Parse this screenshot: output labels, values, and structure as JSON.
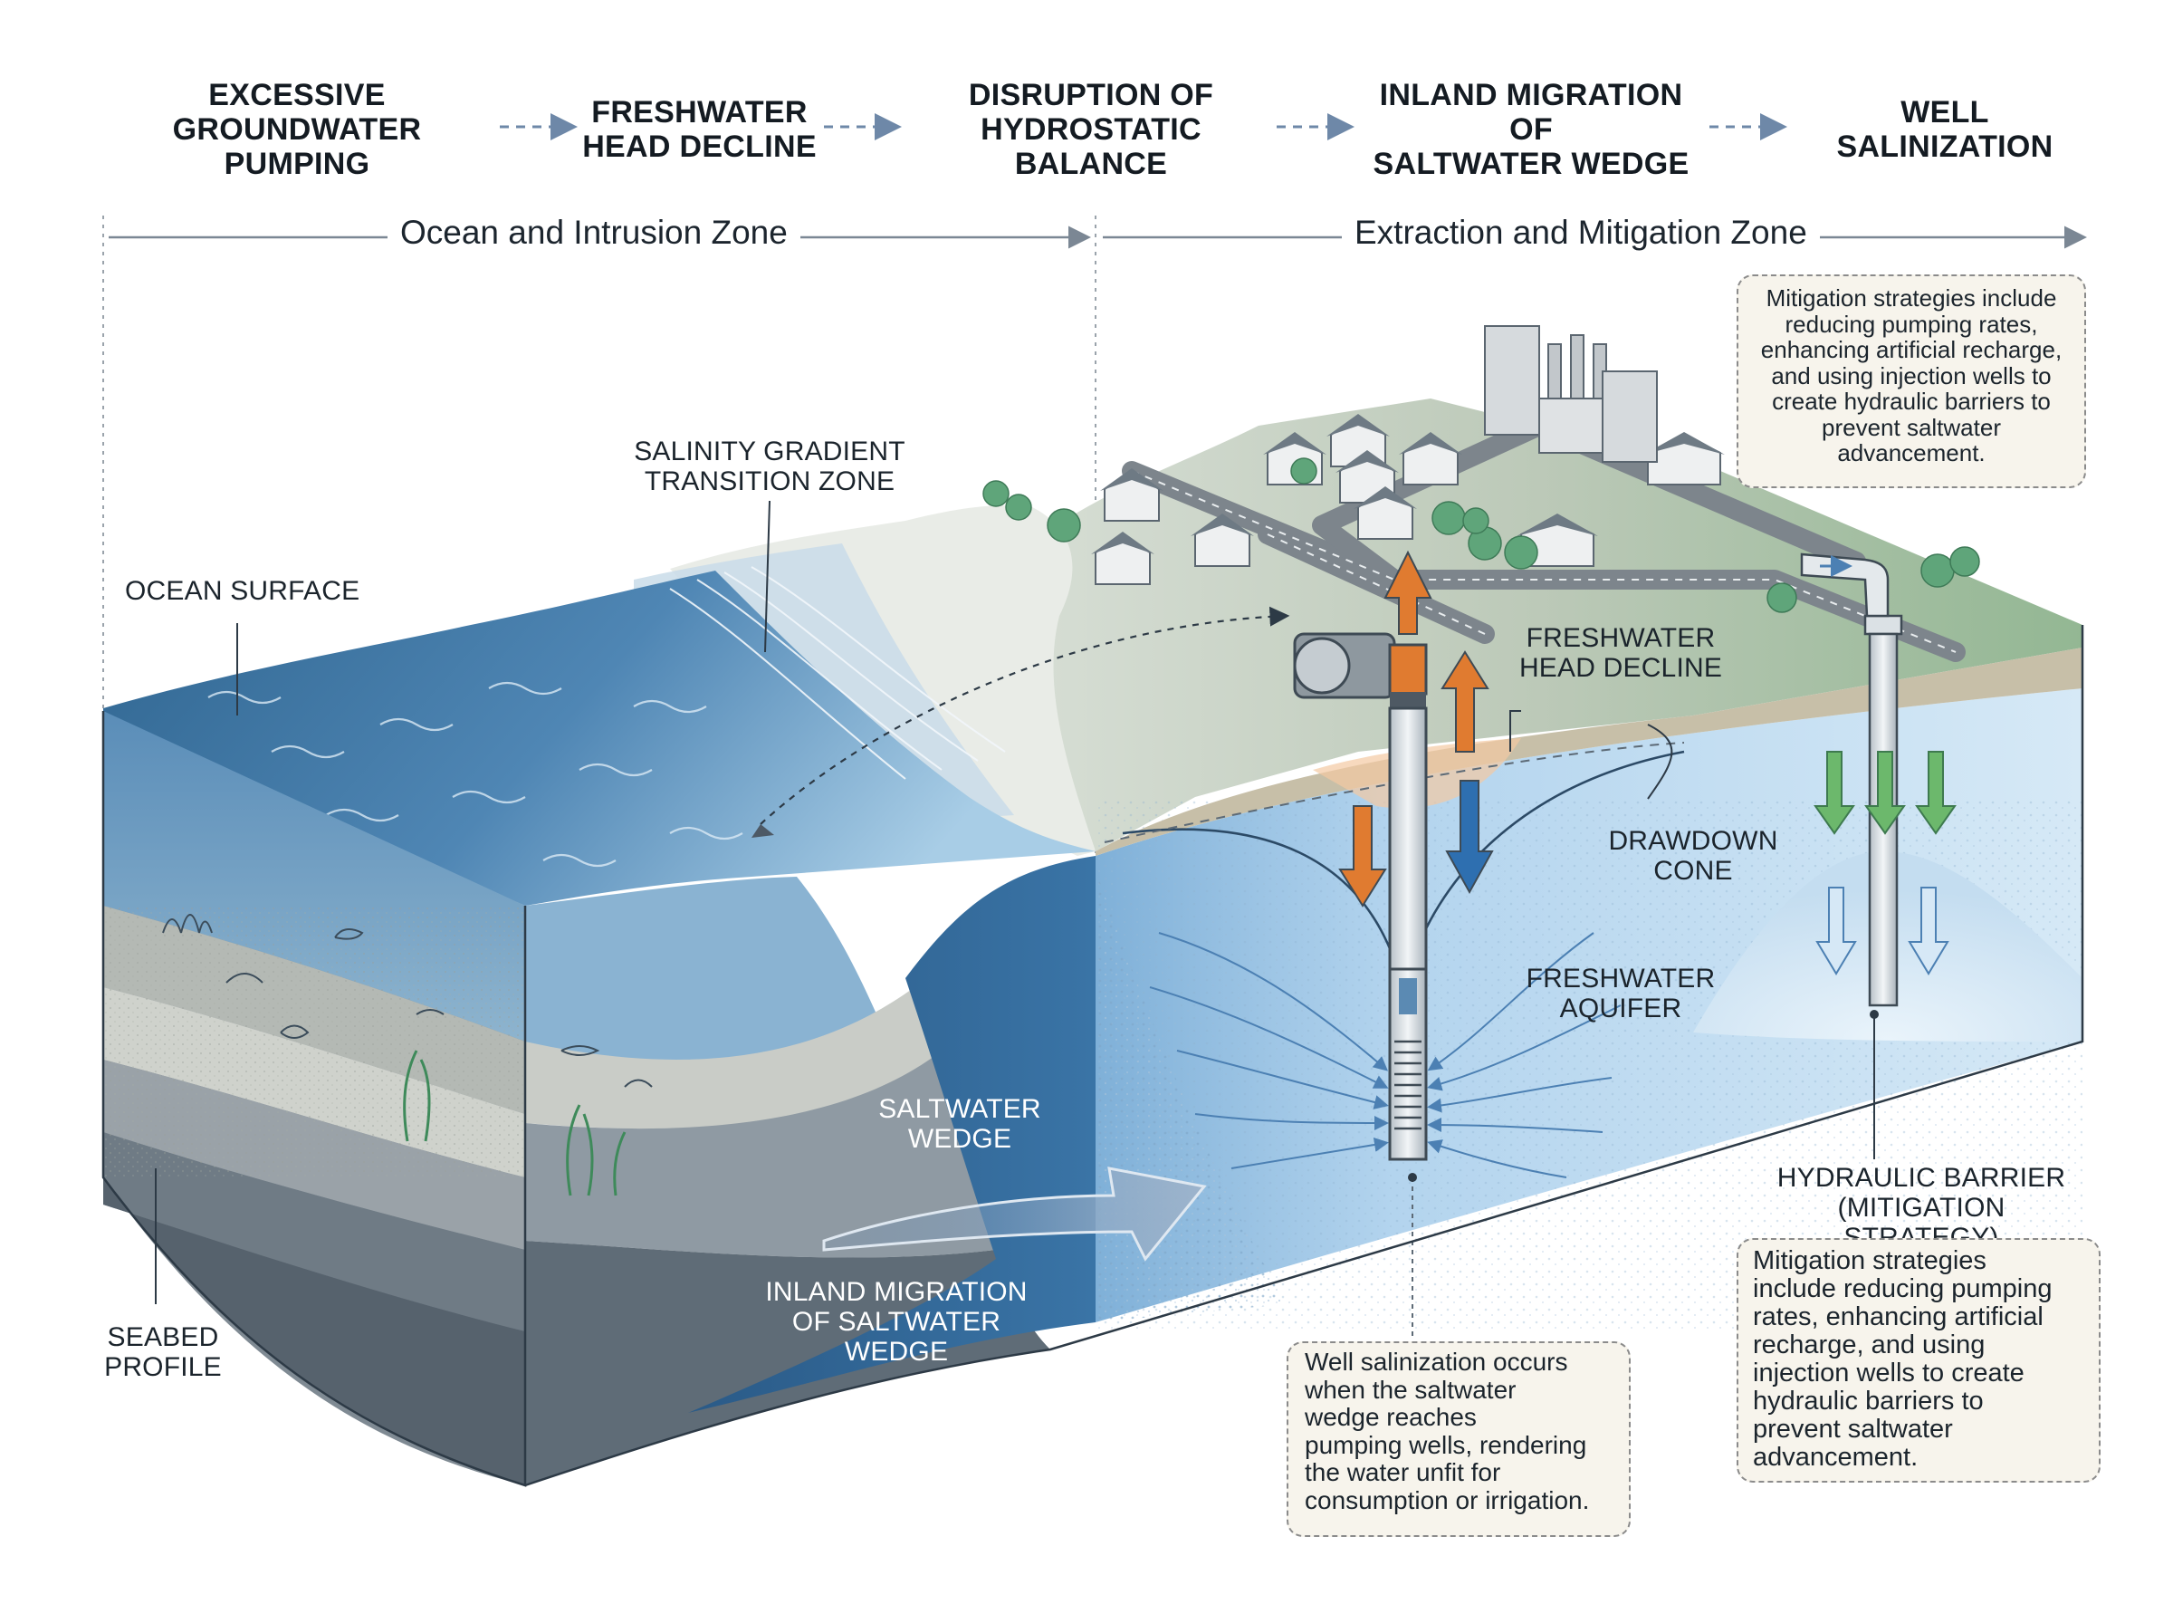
{
  "process_flow": [
    {
      "label": "EXCESSIVE GROUNDWATER\nPUMPING"
    },
    {
      "label": "FRESHWATER\nHEAD DECLINE"
    },
    {
      "label": "DISRUPTION OF\nHYDROSTATIC BALANCE"
    },
    {
      "label": "INLAND MIGRATION OF\nSALTWATER WEDGE"
    },
    {
      "label": "WELL SALINIZATION"
    }
  ],
  "zones": {
    "left": "Ocean and Intrusion Zone",
    "right": "Extraction and Mitigation Zone"
  },
  "labels": {
    "ocean_surface": "OCEAN SURFACE",
    "salinity_gradient": "SALINITY GRADIENT\nTRANSITION ZONE",
    "freshwater_head_decline": "FRESHWATER\nHEAD DECLINE",
    "drawdown_cone": "DRAWDOWN\nCONE",
    "freshwater_aquifer": "FRESHWATER\nAQUIFER",
    "saltwater_wedge": "SALTWATER\nWEDGE",
    "inland_migration": "INLAND MIGRATION\nOF SALTWATER WEDGE",
    "seabed_profile": "SEABED\nPROFILE",
    "hydraulic_barrier": "HYDRAULIC BARRIER\n(MITIGATION STRATEGY)"
  },
  "notes": {
    "well_salinization": "Well salinization occurs\nwhen the saltwater\nwedge reaches\npumping wells, rendering\nthe water unfit for\nconsumption or irrigation.",
    "mitigation_lower": "Mitigation strategies\ninclude reducing pumping\nrates, enhancing artificial\nrecharge, and using\ninjection wells to create\nhydraulic barriers to\nprevent saltwater\nadvancement.",
    "mitigation_upper": "Mitigation strategies include\nreducing pumping rates,\nenhancing artificial recharge,\nand using injection wells to\ncreate hydraulic barriers to\nprevent saltwater\nadvancement."
  },
  "colors": {
    "ocean_deep": "#2f6590",
    "ocean_light": "#7fb0d2",
    "saltwater": "#2d5f8c",
    "freshwater": "#bcd9ef",
    "land": "#b9c6b4",
    "grass": "#7fb48a",
    "sediment": "#8e979e",
    "arrow_orange": "#e07b30",
    "arrow_blue": "#2e6fb0",
    "arrow_green": "#6cb86c",
    "note_fill": "#f7f4ec",
    "flow_arrow": "#6e88a8"
  }
}
